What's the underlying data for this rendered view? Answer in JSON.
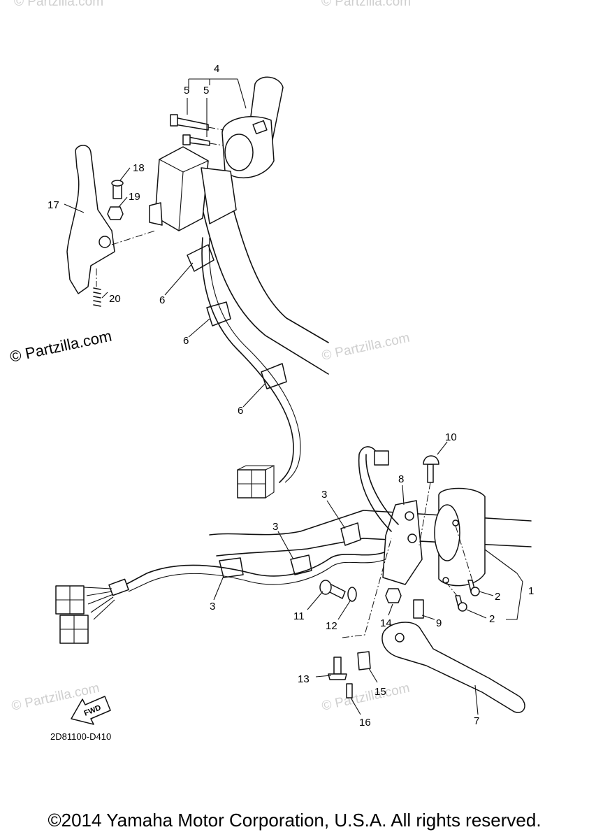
{
  "diagram": {
    "callouts": {
      "c1": "1",
      "c2a": "2",
      "c2b": "2",
      "c3a": "3",
      "c3b": "3",
      "c3c": "3",
      "c4": "4",
      "c5a": "5",
      "c5b": "5",
      "c6a": "6",
      "c6b": "6",
      "c6c": "6",
      "c7": "7",
      "c8": "8",
      "c9": "9",
      "c10": "10",
      "c11": "11",
      "c12": "12",
      "c13": "13",
      "c14": "14",
      "c15": "15",
      "c16": "16",
      "c17": "17",
      "c18": "18",
      "c19": "19",
      "c20": "20"
    },
    "direction_arrow": "FWD",
    "drawing_code": "2D81100-D410"
  },
  "watermarks": {
    "primary": "© Partzilla.com",
    "faint": "© Partzilla.com"
  },
  "footer": {
    "copyright": "©2014 Yamaha Motor Corporation, U.S.A. All rights reserved."
  }
}
